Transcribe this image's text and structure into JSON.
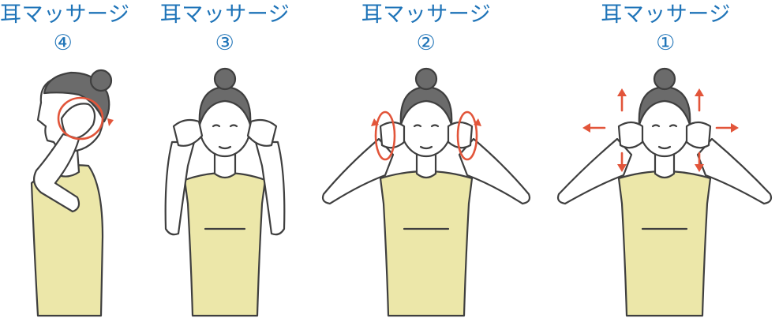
{
  "steps": [
    {
      "title": "耳マッサージ",
      "number": "④"
    },
    {
      "title": "耳マッサージ",
      "number": "③"
    },
    {
      "title": "耳マッサージ",
      "number": "②"
    },
    {
      "title": "耳マッサージ",
      "number": "①"
    }
  ],
  "colors": {
    "title": "#1f74b8",
    "arrow": "#e2553a",
    "shirt": "#ece7a9",
    "hair": "#6b6b6b",
    "outline": "#3f3f3f"
  }
}
